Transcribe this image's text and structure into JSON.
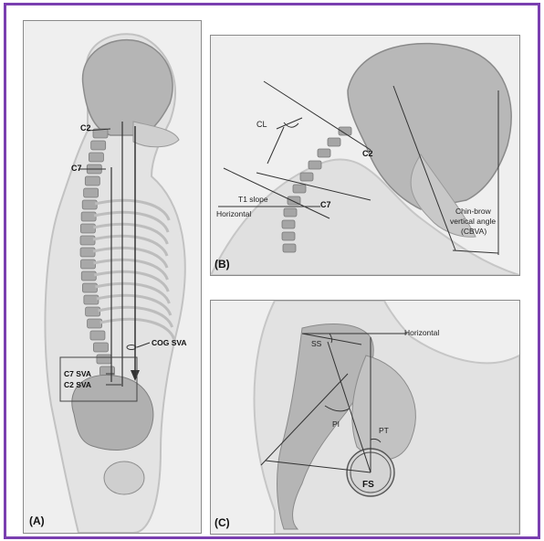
{
  "colors": {
    "frame_border": "#7a3fb0",
    "panel_bg": "#efefef",
    "bone": "#bdbdbd",
    "line": "#333333"
  },
  "panel_a": {
    "letter": "(A)",
    "labels": {
      "c2": "C2",
      "c7": "C7",
      "cog_sva": "COG SVA",
      "c7_sva": "C7 SVA",
      "c2_sva": "C2 SVA"
    }
  },
  "panel_b": {
    "letter": "(B)",
    "labels": {
      "cl": "CL",
      "c2": "C2",
      "t1_slope": "T1 slope",
      "horizontal": "Horizontal",
      "c7": "C7",
      "cbva_line1": "Chin-brow",
      "cbva_line2": "vertical angle",
      "cbva_line3": "(CBVA)"
    }
  },
  "panel_c": {
    "letter": "(C)",
    "labels": {
      "horizontal": "Horizontal",
      "ss": "SS",
      "pi": "PI",
      "pt": "PT",
      "fs": "FS"
    }
  }
}
